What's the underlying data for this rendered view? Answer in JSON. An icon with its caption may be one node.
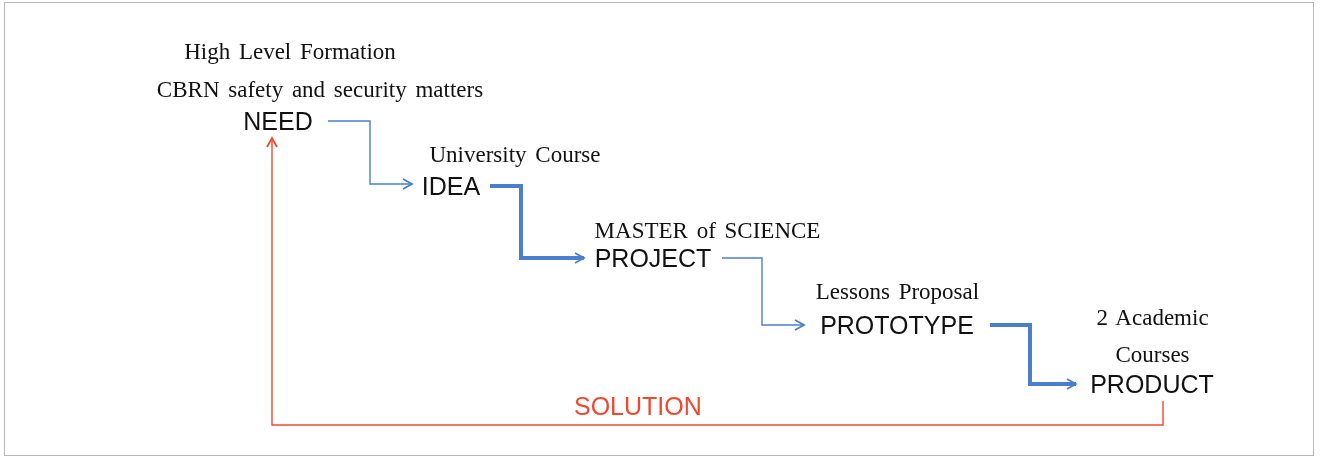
{
  "diagram": {
    "nodes": [
      {
        "text": [
          "NEED"
        ],
        "beside": [
          "High Level Formation",
          "CBRN safety and security matters"
        ]
      },
      {
        "text": [
          "IDEA"
        ],
        "beside": [
          "University Course"
        ]
      },
      {
        "text": [
          "PROJECT"
        ],
        "beside": [
          "MASTER of SCIENCE"
        ]
      },
      {
        "text": [
          "PROTOTYPE"
        ],
        "beside": [
          "Lessons Proposal"
        ]
      },
      {
        "text": [
          "PRODUCT"
        ],
        "beside": [
          "2 Academic Courses"
        ]
      }
    ],
    "edges": [
      {
        "from": 0,
        "to": 1,
        "arrow": "to"
      },
      {
        "from": 1,
        "to": 2,
        "arrow": "to",
        "style": "thick"
      },
      {
        "from": 2,
        "to": 3,
        "arrow": "to"
      },
      {
        "from": 3,
        "to": 4,
        "arrow": "to",
        "style": "thick"
      },
      {
        "from": 4,
        "to": 0,
        "arrow": "to",
        "label": "SOLUTION",
        "color": "#f0492f"
      }
    ]
  }
}
